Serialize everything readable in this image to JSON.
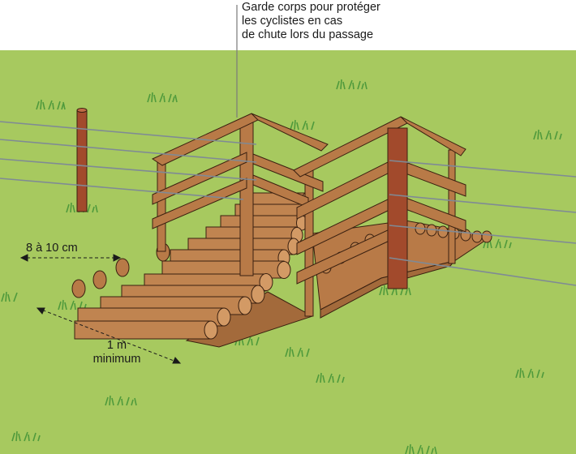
{
  "annotations": {
    "guardrail_note": [
      "Garde corps pour protéger",
      "les cyclistes en cas",
      "de chute lors du passage"
    ],
    "log_diameter": "8 à 10 cm",
    "ramp_width": [
      "1 m",
      "minimum"
    ]
  },
  "colors": {
    "grass": "#a7c95f",
    "grass_tuft": "#4f9a3c",
    "wood": "#b87a47",
    "wood_dark": "#8d5527",
    "post": "#a24a2c",
    "wire": "#7f8a95",
    "outline": "#3a2010"
  },
  "icons": [
    "fence-post-icon",
    "fence-wire-icon",
    "grass-tuft-icon",
    "log-icon",
    "guardrail-icon",
    "dimension-arrow-icon"
  ]
}
